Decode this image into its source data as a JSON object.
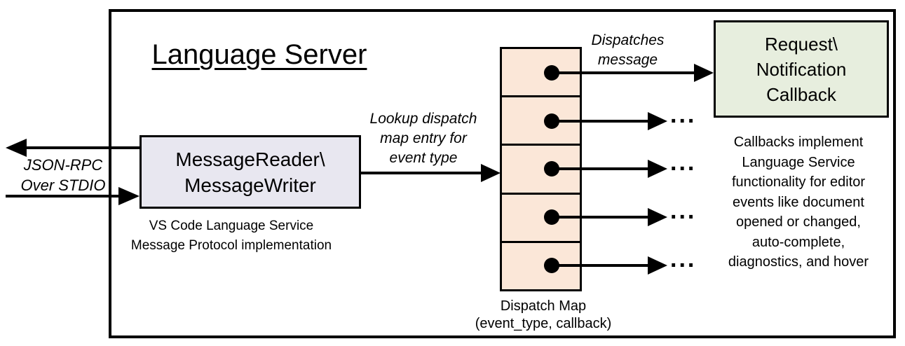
{
  "diagram": {
    "title": "Language Server",
    "io_label": [
      "JSON-RPC",
      "Over STDIO"
    ],
    "message_box": {
      "label": [
        "MessageReader\\",
        "MessageWriter"
      ],
      "caption": [
        "VS Code Language Service",
        "Message Protocol implementation"
      ],
      "fill": "#E8E7F0"
    },
    "lookup_label": [
      "Lookup dispatch",
      "map entry for",
      "event type"
    ],
    "dispatches_label": [
      "Dispatches",
      "message"
    ],
    "dispatch_map": {
      "caption": [
        "Dispatch Map",
        "(event_type, callback)"
      ],
      "cell_count": 5,
      "cell_fill": "#FBE7D8",
      "ellipsis": "..."
    },
    "callback_box": {
      "label": [
        "Request\\",
        "Notification",
        "Callback"
      ],
      "fill": "#E7EEDE"
    },
    "callbacks_note": [
      "Callbacks implement",
      "Language Service",
      "functionality for editor",
      "events like document",
      "opened or changed,",
      "auto-complete,",
      "diagnostics, and hover"
    ]
  }
}
